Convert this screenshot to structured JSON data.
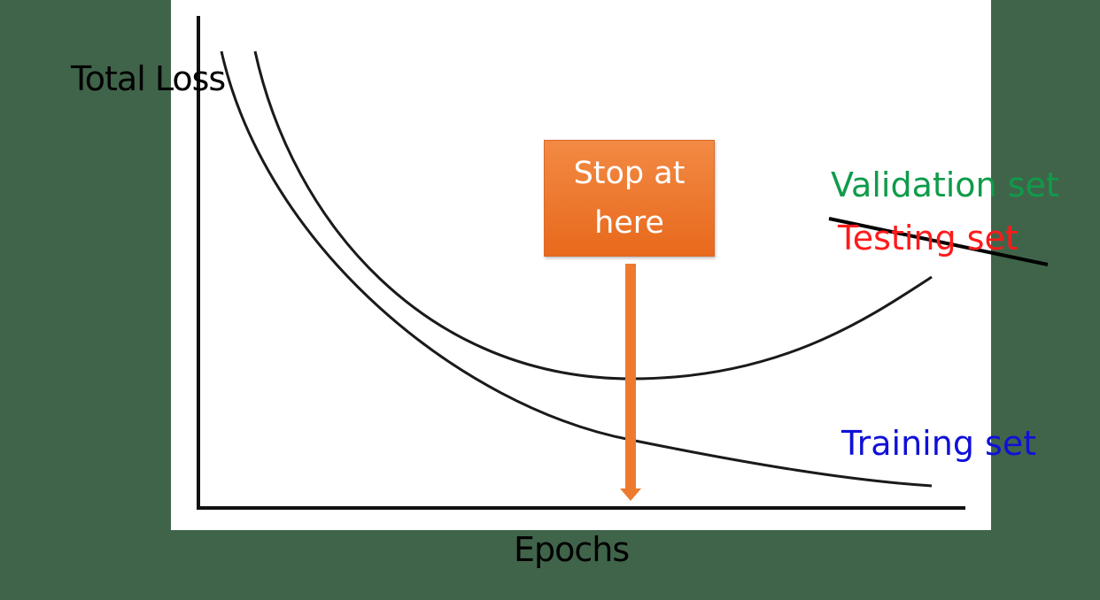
{
  "diagram": {
    "y_axis_label": "Total Loss",
    "x_axis_label": "Epochs",
    "callout_text": "Stop at here",
    "curves": {
      "validation_label": "Validation set",
      "testing_label": "Testing set",
      "training_label": "Training set"
    },
    "notes": {
      "testing_label_struck_through": true
    }
  },
  "colors": {
    "background": "#40644a",
    "panel": "#ffffff",
    "axes": "#000000",
    "curves": "#1a1a1a",
    "callout": "#ee7a30",
    "callout_text": "#ffffff",
    "validation": "#0f9b4a",
    "testing": "#ff1a1a",
    "training": "#1010d8"
  }
}
